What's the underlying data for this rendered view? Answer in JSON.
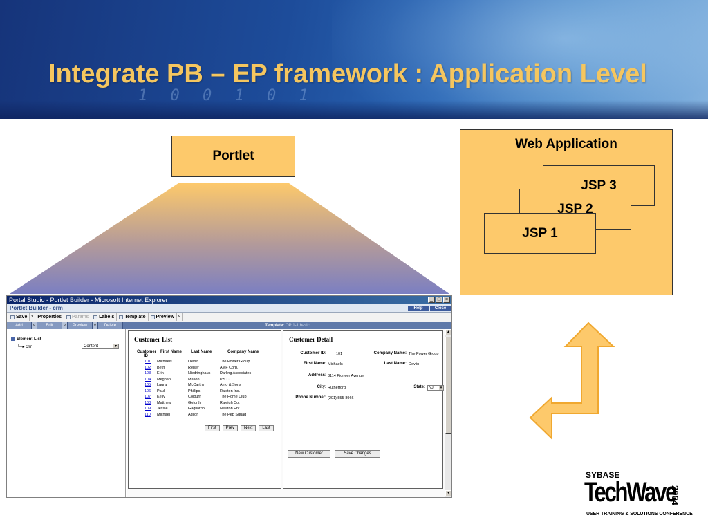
{
  "slide": {
    "title": "Integrate PB – EP framework : Application Level",
    "header_digits": "1 0 0 1 0 1"
  },
  "diagram": {
    "portlet_label": "Portlet",
    "web_app_title": "Web Application",
    "jsp": [
      "JSP 3",
      "JSP 2",
      "JSP 1"
    ]
  },
  "browser": {
    "window_title": "Portal Studio - Portlet Builder - Microsoft Internet Explorer",
    "app_title": "Portlet Builder - crm",
    "help_label": "Help",
    "close_label": "Close",
    "toolbar": {
      "save": "Save",
      "properties": "Properties",
      "params": "Params",
      "labels": "Labels",
      "template": "Template",
      "preview": "Preview"
    },
    "strip": {
      "add": "Add",
      "edit": "Edit",
      "preview": "Preview",
      "delete": "Delete",
      "template_label": "Template:",
      "template_value": "OP 1-1 basic"
    },
    "tree": {
      "root": "Element List",
      "child": "crm",
      "select_value": "Content"
    },
    "customer_list": {
      "title": "Customer List",
      "columns": [
        "Customer ID",
        "First Name",
        "Last Name",
        "Company Name"
      ],
      "rows": [
        [
          "101",
          "Michaels",
          "Devlin",
          "The Power Group"
        ],
        [
          "102",
          "Beth",
          "Reiser",
          "AMF Corp."
        ],
        [
          "103",
          "Erin",
          "Niedringhaus",
          "Darling Associates"
        ],
        [
          "104",
          "Meghan",
          "Mason",
          "P.S.C."
        ],
        [
          "105",
          "Laura",
          "McCarthy",
          "Amo & Sons"
        ],
        [
          "106",
          "Paul",
          "Phillips",
          "Ralston Inc."
        ],
        [
          "107",
          "Kelly",
          "Colburn",
          "The Home Club"
        ],
        [
          "108",
          "Matthew",
          "Goforth",
          "Raleigh Co."
        ],
        [
          "109",
          "Jessie",
          "Gagliardo",
          "Newton Ent."
        ],
        [
          "110",
          "Michael",
          "Agliori",
          "The Pep Squad"
        ]
      ],
      "pager": [
        "First",
        "Prev",
        "Next",
        "Last"
      ]
    },
    "customer_detail": {
      "title": "Customer Detail",
      "id_label": "Customer ID:",
      "id_value": "101",
      "company_label": "Company Name:",
      "company_value": "The Power Group",
      "first_label": "First Name:",
      "first_value": "Michaels",
      "last_label": "Last Name:",
      "last_value": "Devlin",
      "address_label": "Address:",
      "address_value": "3114 Pioneer Avenue",
      "city_label": "City:",
      "city_value": "Rutherford",
      "state_label": "State:",
      "state_value": "NJ",
      "phone_label": "Phone Number:",
      "phone_value": "(201) 555-8966",
      "new_button": "New Customer",
      "save_button": "Save Changes"
    }
  },
  "logo": {
    "brand": "SYBASE",
    "name": "TechWave",
    "year": "2004",
    "tagline": "USER TRAINING & SOLUTIONS CONFERENCE"
  },
  "colors": {
    "title": "#f5c65f",
    "box_fill": "#fdc96b",
    "header_blue": "#1d4c9a"
  }
}
